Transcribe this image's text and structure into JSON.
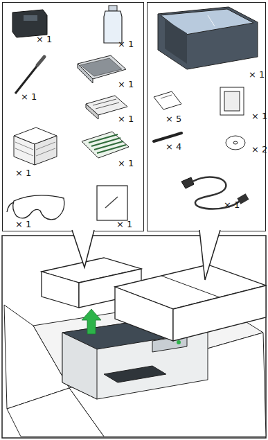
{
  "diagram": {
    "nodes": [
      {
        "text": [
          "× 1",
          "× 1",
          "× 1",
          "× 1",
          "× 1",
          "× 1",
          "× 1",
          "× 1",
          "× 1"
        ]
      },
      {
        "text": [
          "× 1",
          "× 5",
          "× 1",
          "× 4",
          "× 2",
          "× 1"
        ]
      }
    ]
  }
}
